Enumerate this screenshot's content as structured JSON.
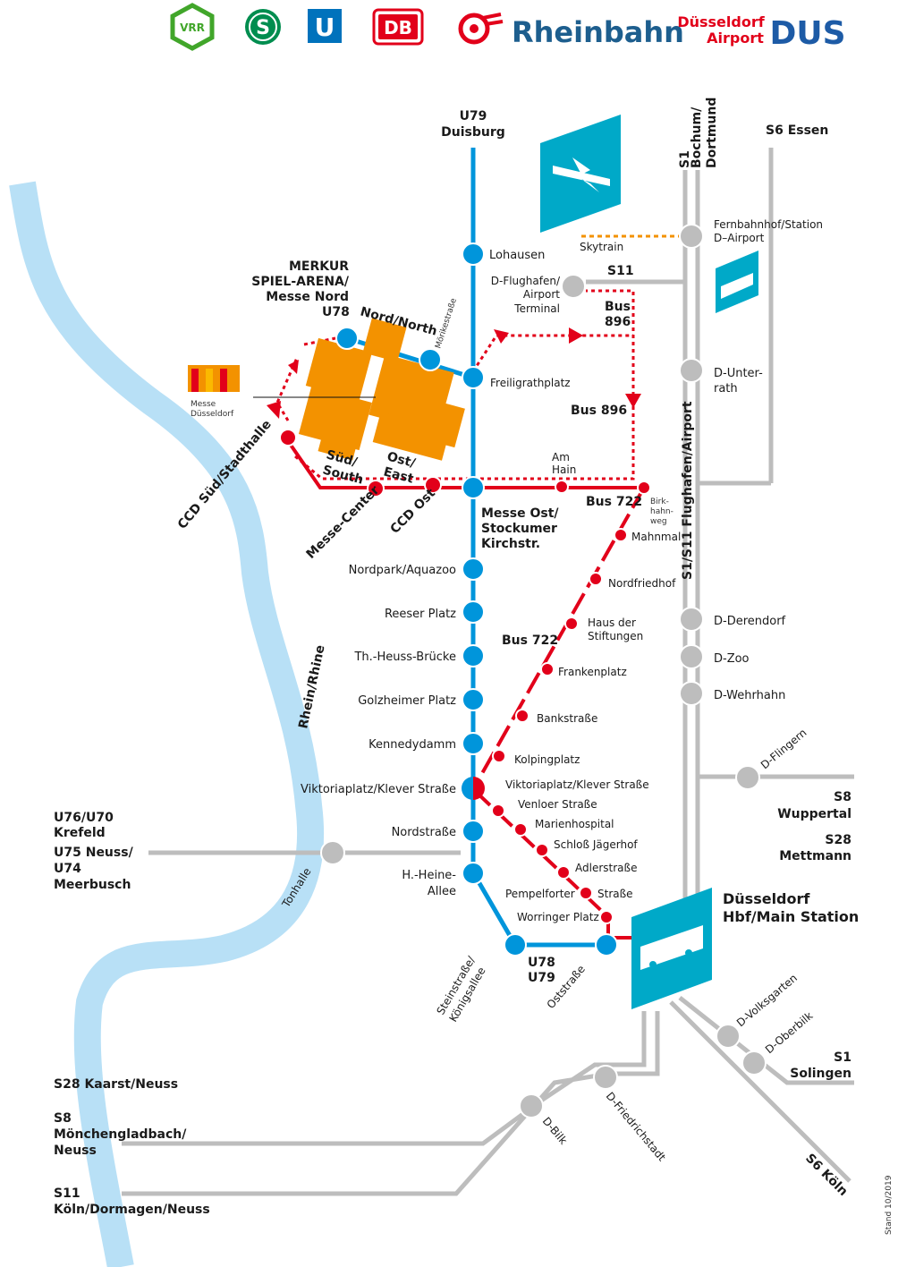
{
  "logos": {
    "vrr": "VRR",
    "s": "S",
    "u": "U",
    "db": "DB",
    "rheinbahn": "Rheinbahn",
    "airport_line1": "Düsseldorf",
    "airport_line2": "Airport",
    "dus": "DUS"
  },
  "river": {
    "name": "Rhein/Rhine",
    "color": "#b8e0f6"
  },
  "colors": {
    "ubahn": "#0095db",
    "bus": "#e2001a",
    "sbahn": "#c0c0c0",
    "messe": "#f39200",
    "skytrain": "#f39200",
    "airport_sign": "#00a9c8"
  },
  "lines": {
    "u79_top_1": "U79",
    "u79_top_2": "Duisburg",
    "s1_top_1": "S1",
    "s1_top_2": "Bochum/",
    "s1_top_3": "Dortmund",
    "s6_top": "S6 Essen",
    "s11_label": "S11",
    "skytrain": "Skytrain",
    "bus896_a1": "Bus",
    "bus896_a2": "896",
    "bus896_b": "Bus 896",
    "bus722_a": "Bus 722",
    "bus722_b": "Bus 722",
    "s1_s11_vertical": "S1/S11 Flughafen/Airport",
    "u76_1": "U76/U70",
    "u76_2": "Krefeld",
    "u75_1": "U75 Neuss/",
    "u75_2": "U74",
    "u75_3": "Meerbusch",
    "u78_u79_1": "U78",
    "u78_u79_2": "U79",
    "u78_north": "U78",
    "s8_1": "S8",
    "s8_2": "Wuppertal",
    "s28_1": "S28",
    "s28_2": "Mettmann",
    "s1_sol_1": "S1",
    "s1_sol_2": "Solingen",
    "s6_koeln": "S6 Köln",
    "s28_kaarst": "S28 Kaarst/Neuss",
    "s8_mg_1": "S8",
    "s8_mg_2": "Mönchengladbach/",
    "s8_mg_3": "Neuss",
    "s11_koeln_1": "S11",
    "s11_koeln_2": "Köln/Dormagen/Neuss"
  },
  "stations": {
    "lohausen": "Lohausen",
    "flughafen_1": "D-Flughafen/",
    "flughafen_2": "Airport",
    "flughafen_3": "Terminal",
    "fernbahnhof_1": "Fernbahnhof/Station",
    "fernbahnhof_2": "D–Airport",
    "unterrath_1": "D-Unter-",
    "unterrath_2": "rath",
    "freiligrath": "Freiligrathplatz",
    "arena_1": "MERKUR",
    "arena_2": "SPIEL-ARENA/",
    "arena_3": "Messe Nord",
    "nord_north": "Nord/North",
    "moerike": "Mörikestraße",
    "messe_name_1": "Messe",
    "messe_name_2": "Düsseldorf",
    "sued_1": "Süd/",
    "sued_2": "South",
    "ost_1": "Ost/",
    "ost_2": "East",
    "am_hain_1": "Am",
    "am_hain_2": "Hain",
    "ccd_sued": "CCD Süd/Stadthalle",
    "messe_center": "Messe-Center",
    "ccd_ost": "CCD Ost",
    "messe_ost_1": "Messe Ost/",
    "messe_ost_2": "Stockumer",
    "messe_ost_3": "Kirchstr.",
    "birkhahn_1": "Birk-",
    "birkhahn_2": "hahn-",
    "birkhahn_3": "weg",
    "mahnmal": "Mahnmal",
    "nordfriedhof": "Nordfriedhof",
    "haus_1": "Haus der",
    "haus_2": "Stiftungen",
    "frankenplatz": "Frankenplatz",
    "bankstrasse": "Bankstraße",
    "kolpingplatz": "Kolpingplatz",
    "viktoria_bus": "Viktoriaplatz/Klever Straße",
    "venloer": "Venloer Straße",
    "marienhospital": "Marienhospital",
    "schloss": "Schloß Jägerhof",
    "adler": "Adlerstraße",
    "pempel": "Pempelforter",
    "strasse": "Straße",
    "worringer": "Worringer Platz",
    "nordpark": "Nordpark/Aquazoo",
    "reeser": "Reeser Platz",
    "heuss": "Th.-Heuss-Brücke",
    "golzheimer": "Golzheimer Platz",
    "kennedy": "Kennedydamm",
    "viktoria_u": "Viktoriaplatz/Klever Straße",
    "nordstrasse": "Nordstraße",
    "heine_1": "H.-Heine-",
    "heine_2": "Allee",
    "tonhalle": "Tonhalle",
    "stein_1": "Steinstraße/",
    "stein_2": "Königsallee",
    "oststrasse": "Oststraße",
    "derendorf": "D-Derendorf",
    "zoo": "D-Zoo",
    "wehrhahn": "D-Wehrhahn",
    "flingern": "D-Flingern",
    "hbf_1": "Düsseldorf",
    "hbf_2": "Hbf/Main Station",
    "volksgarten": "D-Volksgarten",
    "oberbilk": "D-Oberbilk",
    "friedrichstadt": "D-Friedrichstadt",
    "bilk": "D-Bilk"
  },
  "footer": {
    "stand": "Stand 10/2019"
  }
}
